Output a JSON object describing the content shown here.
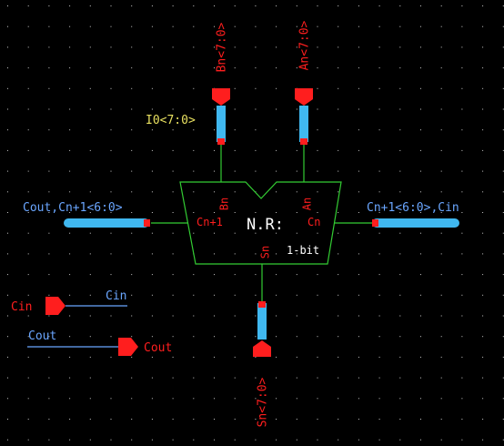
{
  "schematic": {
    "instance": {
      "name": "N.R:",
      "subtitle": "1-bit",
      "pins": {
        "bn": "Bn",
        "an": "An",
        "cn1": "Cn+1",
        "cn": "Cn",
        "sn": "Sn"
      }
    },
    "buses": {
      "bn_port": "Bn<7:0>",
      "an_port": "An<7:0>",
      "sn_port": "Sn<7:0>",
      "left_wire": "Cout,Cn+1<6:0>",
      "right_wire": "Cn+1<6:0>,Cin",
      "i0_label": "I0<7:0>"
    },
    "pins": {
      "cin_port": "Cin",
      "cin_wire": "Cin",
      "cout_port": "Cout",
      "cout_wire": "Cout"
    }
  },
  "colors": {
    "background": "#000000",
    "grid_dot": "#c8c8c8",
    "symbol": "#33cc33",
    "pin_red": "#ff1e1e",
    "bus_blue": "#40b8f0",
    "wire_label_blue": "#6aa6ff",
    "instance_text": "#ffffff",
    "highlight_label": "#e8e060"
  }
}
